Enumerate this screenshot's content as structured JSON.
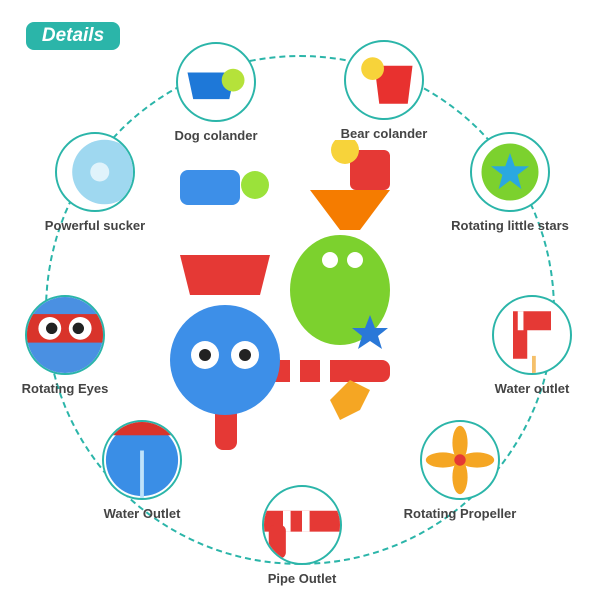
{
  "badge": "Details",
  "features": [
    {
      "label": "Dog colander",
      "color": "#1e78d8"
    },
    {
      "label": "Bear colander",
      "color": "#e8312f"
    },
    {
      "label": "Powerful sucker",
      "color": "#9fd8f0"
    },
    {
      "label": "Rotating little stars",
      "color": "#2aa8e0"
    },
    {
      "label": "Rotating Eyes",
      "color": "#4a90e2"
    },
    {
      "label": "Water outlet",
      "color": "#e53935"
    },
    {
      "label": "Water Outlet",
      "color": "#3a8ee6"
    },
    {
      "label": "Rotating Propeller",
      "color": "#f5a623"
    },
    {
      "label": "Pipe Outlet",
      "color": "#e53935"
    }
  ]
}
